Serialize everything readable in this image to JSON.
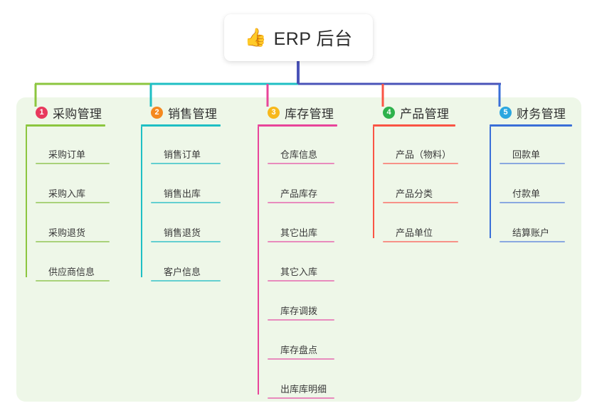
{
  "root": {
    "icon": "thumbs-up-icon",
    "emoji": "👍",
    "title": "ERP 后台"
  },
  "colors": {
    "card_bg": "#eef7e8",
    "root_stem": "#4a53b8",
    "branch1": "#8cc63f",
    "branch2": "#1fbfc4",
    "branch3": "#e8459a",
    "branch4": "#fa5444",
    "branch5": "#3a6fd8",
    "badge1": "#e8395d",
    "badge2": "#f5891f",
    "badge3": "#f7b81b",
    "badge4": "#2eb24c",
    "badge5": "#2aa7e0"
  },
  "branches": [
    {
      "number": "1",
      "title": "采购管理",
      "line_color": "#8cc63f",
      "leaf_color": "#a9d27a",
      "badge_color": "#e8395d",
      "leaves": [
        {
          "label": "采购订单"
        },
        {
          "label": "采购入库"
        },
        {
          "label": "采购退货"
        },
        {
          "label": "供应商信息"
        }
      ]
    },
    {
      "number": "2",
      "title": "销售管理",
      "line_color": "#1fbfc4",
      "leaf_color": "#63cfd0",
      "badge_color": "#f5891f",
      "leaves": [
        {
          "label": "销售订单"
        },
        {
          "label": "销售出库"
        },
        {
          "label": "销售退货"
        },
        {
          "label": "客户信息"
        }
      ]
    },
    {
      "number": "3",
      "title": "库存管理",
      "line_color": "#e8459a",
      "leaf_color": "#e88bbd",
      "badge_color": "#f7b81b",
      "leaves": [
        {
          "label": "仓库信息"
        },
        {
          "label": "产品库存"
        },
        {
          "label": "其它出库"
        },
        {
          "label": "其它入库"
        },
        {
          "label": "库存调拨"
        },
        {
          "label": "库存盘点"
        },
        {
          "label": "出库库明细"
        }
      ]
    },
    {
      "number": "4",
      "title": "产品管理",
      "line_color": "#fa5444",
      "leaf_color": "#f79288",
      "badge_color": "#2eb24c",
      "leaves": [
        {
          "label": "产品（物料）"
        },
        {
          "label": "产品分类"
        },
        {
          "label": "产品单位"
        }
      ]
    },
    {
      "number": "5",
      "title": "财务管理",
      "line_color": "#3a6fd8",
      "leaf_color": "#8aa8e0",
      "badge_color": "#2aa7e0",
      "leaves": [
        {
          "label": "回款单"
        },
        {
          "label": "付款单"
        },
        {
          "label": "结算账户"
        }
      ]
    }
  ]
}
